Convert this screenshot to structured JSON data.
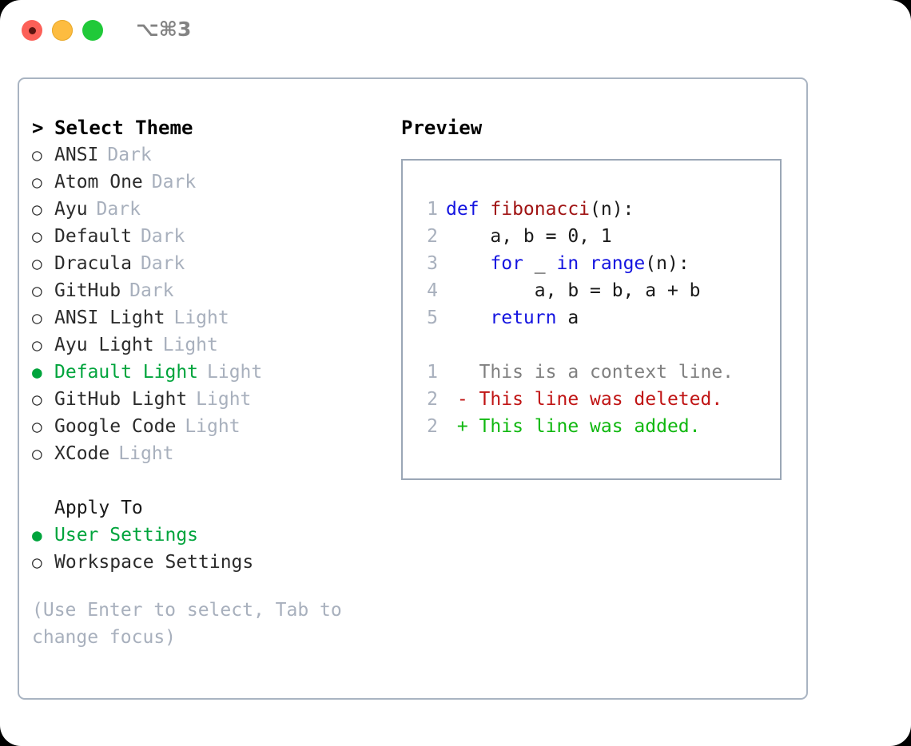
{
  "window": {
    "shortcut": "⌥⌘3",
    "traffic_lights": [
      {
        "name": "close-button",
        "color": "#fc6058"
      },
      {
        "name": "minimize-button",
        "color": "#fdbc40"
      },
      {
        "name": "maximize-button",
        "color": "#20c939"
      }
    ]
  },
  "theme_list": {
    "title": "Select Theme",
    "title_marker": ">",
    "marker_unselected": "○",
    "marker_selected": "●",
    "items": [
      {
        "label": "ANSI",
        "tag": "Dark",
        "selected": false
      },
      {
        "label": "Atom One",
        "tag": "Dark",
        "selected": false
      },
      {
        "label": "Ayu",
        "tag": "Dark",
        "selected": false
      },
      {
        "label": "Default",
        "tag": "Dark",
        "selected": false
      },
      {
        "label": "Dracula",
        "tag": "Dark",
        "selected": false
      },
      {
        "label": "GitHub",
        "tag": "Dark",
        "selected": false
      },
      {
        "label": "ANSI Light",
        "tag": "Light",
        "selected": false
      },
      {
        "label": "Ayu Light",
        "tag": "Light",
        "selected": false
      },
      {
        "label": "Default Light",
        "tag": "Light",
        "selected": true
      },
      {
        "label": "GitHub Light",
        "tag": "Light",
        "selected": false
      },
      {
        "label": "Google Code",
        "tag": "Light",
        "selected": false
      },
      {
        "label": "XCode",
        "tag": "Light",
        "selected": false
      }
    ]
  },
  "apply_to": {
    "heading": "Apply To",
    "options": [
      {
        "label": "User Settings",
        "selected": true
      },
      {
        "label": "Workspace Settings",
        "selected": false
      }
    ]
  },
  "hint": "(Use Enter to select, Tab to change focus)",
  "preview": {
    "title": "Preview",
    "code_lines": [
      {
        "lineno": "1",
        "tokens": [
          {
            "text": "def ",
            "kind": "kw"
          },
          {
            "text": "fibonacci",
            "kind": "fn"
          },
          {
            "text": "(n):",
            "kind": "plain"
          }
        ]
      },
      {
        "lineno": "2",
        "tokens": [
          {
            "text": "    a, b = 0, 1",
            "kind": "plain"
          }
        ]
      },
      {
        "lineno": "3",
        "tokens": [
          {
            "text": "    ",
            "kind": "plain"
          },
          {
            "text": "for",
            "kind": "kw"
          },
          {
            "text": " _ ",
            "kind": "plain"
          },
          {
            "text": "in",
            "kind": "kw"
          },
          {
            "text": " ",
            "kind": "plain"
          },
          {
            "text": "range",
            "kind": "kw"
          },
          {
            "text": "(n):",
            "kind": "plain"
          }
        ]
      },
      {
        "lineno": "4",
        "tokens": [
          {
            "text": "        a, b = b, a + b",
            "kind": "plain"
          }
        ]
      },
      {
        "lineno": "5",
        "tokens": [
          {
            "text": "    ",
            "kind": "plain"
          },
          {
            "text": "return",
            "kind": "kw"
          },
          {
            "text": " a",
            "kind": "plain"
          }
        ]
      }
    ],
    "diff_lines": [
      {
        "lineno": "1",
        "tokens": [
          {
            "text": "   This is a context line.",
            "kind": "context"
          }
        ]
      },
      {
        "lineno": "2",
        "tokens": [
          {
            "text": " - This line was deleted.",
            "kind": "del"
          }
        ]
      },
      {
        "lineno": "2",
        "tokens": [
          {
            "text": " + This line was added.",
            "kind": "add"
          }
        ]
      }
    ]
  },
  "colors": {
    "selected_green": "#00a43c",
    "muted_gray": "#a8b0bd",
    "border": "#a9b4c2",
    "keyword_blue": "#1414e0",
    "function_red": "#a01414",
    "diff_delete": "#c01414",
    "diff_add": "#10b810"
  }
}
